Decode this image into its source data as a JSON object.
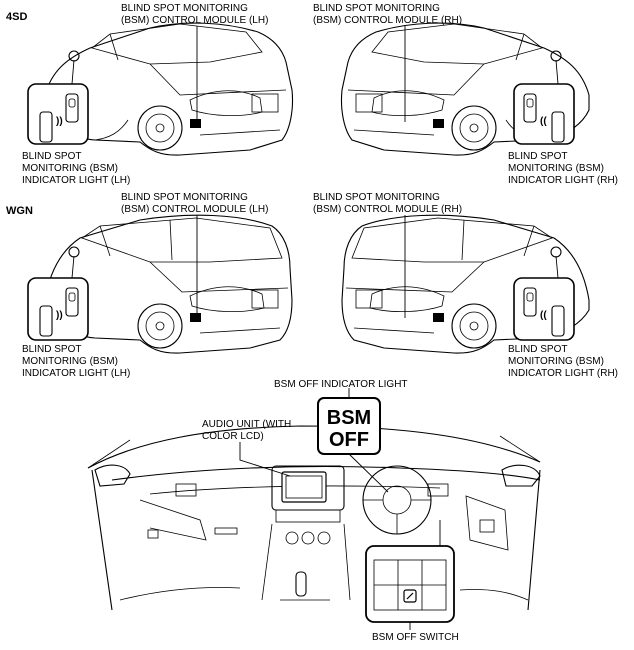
{
  "sections": {
    "sedan": "4SD",
    "wagon": "WGN"
  },
  "labels": {
    "control_module_lh": [
      "BLIND SPOT MONITORING",
      "(BSM) CONTROL MODULE (LH)"
    ],
    "control_module_rh": [
      "BLIND SPOT MONITORING",
      "(BSM) CONTROL MODULE (RH)"
    ],
    "indicator_lh": [
      "BLIND SPOT",
      "MONITORING (BSM)",
      "INDICATOR LIGHT (LH)"
    ],
    "indicator_rh": [
      "BLIND SPOT",
      "MONITORING (BSM)",
      "INDICATOR LIGHT (RH)"
    ],
    "bsm_off_indicator": "BSM OFF INDICATOR LIGHT",
    "audio_unit": [
      "AUDIO UNIT (WITH",
      "COLOR LCD)"
    ],
    "bsm_off_switch": "BSM OFF SWITCH"
  },
  "badge": {
    "line1": "BSM",
    "line2": "OFF"
  },
  "icons": [
    "side-mirror-indicator-icon",
    "bsm-off-switch-icon"
  ]
}
